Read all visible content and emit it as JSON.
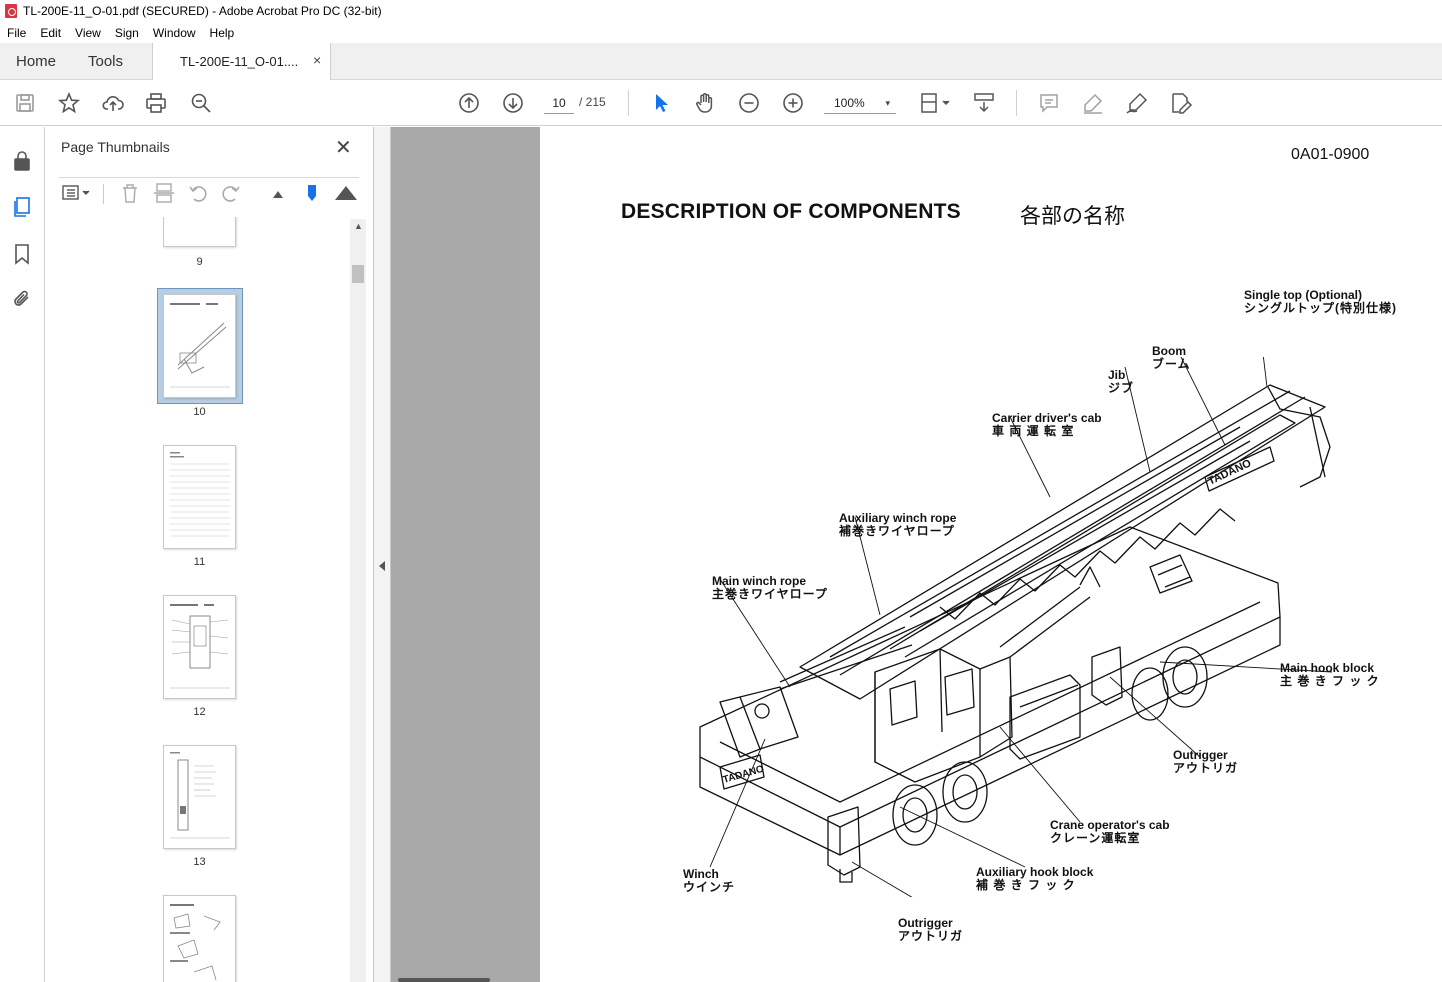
{
  "window": {
    "title": "TL-200E-11_O-01.pdf (SECURED) - Adobe Acrobat Pro DC (32-bit)"
  },
  "menu": [
    "File",
    "Edit",
    "View",
    "Sign",
    "Window",
    "Help"
  ],
  "tabs": {
    "home": "Home",
    "tools": "Tools",
    "doc": "TL-200E-11_O-01....",
    "close": "×"
  },
  "toolbar": {
    "page_current": "10",
    "page_total": "/ 215",
    "zoom": "100%",
    "zoom_caret": "▾"
  },
  "panel": {
    "title": "Page Thumbnails",
    "close": "✕",
    "thumbnails": [
      {
        "num": "9"
      },
      {
        "num": "10",
        "selected": true
      },
      {
        "num": "11"
      },
      {
        "num": "12"
      },
      {
        "num": "13"
      }
    ]
  },
  "page": {
    "id": "0A01-0900",
    "title": "DESCRIPTION OF COMPONENTS",
    "title_jp": "各部の名称",
    "labels": {
      "single_top": {
        "en": "Single top (Optional)",
        "jp": "シングルトップ(特別仕様)"
      },
      "boom": {
        "en": "Boom",
        "jp": "ブーム"
      },
      "jib": {
        "en": "Jib",
        "jp": "ジブ"
      },
      "carrier_cab": {
        "en": "Carrier driver's cab",
        "jp": "車 両 運 転 室"
      },
      "aux_rope": {
        "en": "Auxiliary winch rope",
        "jp": "補巻きワイヤロープ"
      },
      "main_rope": {
        "en": "Main winch rope",
        "jp": "主巻きワイヤロープ"
      },
      "main_hook": {
        "en": "Main hook block",
        "jp": "主 巻 き フ ッ ク"
      },
      "outrigger_r": {
        "en": "Outrigger",
        "jp": "アウトリガ"
      },
      "crane_cab": {
        "en": "Crane operator's cab",
        "jp": "クレーン運転室"
      },
      "aux_hook": {
        "en": "Auxiliary hook block",
        "jp": "補 巻 き フ ッ ク"
      },
      "winch": {
        "en": "Winch",
        "jp": "ウインチ"
      },
      "outrigger_b": {
        "en": "Outrigger",
        "jp": "アウトリガ"
      }
    },
    "brand": "TADANO"
  },
  "colors": {
    "accent": "#1473e6",
    "viewer_bg": "#a8a8a8",
    "selected_thumb": "#b6cde3"
  }
}
